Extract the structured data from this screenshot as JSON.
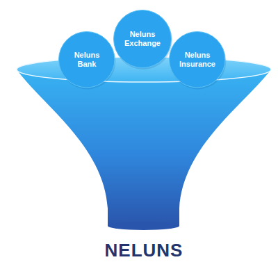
{
  "diagram": {
    "nodes": [
      {
        "text": [
          "Neluns Bank"
        ]
      },
      {
        "text": [
          "Neluns Exchange"
        ]
      },
      {
        "text": [
          "Neluns Insurance"
        ]
      }
    ],
    "labels": [
      "NELUNS"
    ]
  }
}
